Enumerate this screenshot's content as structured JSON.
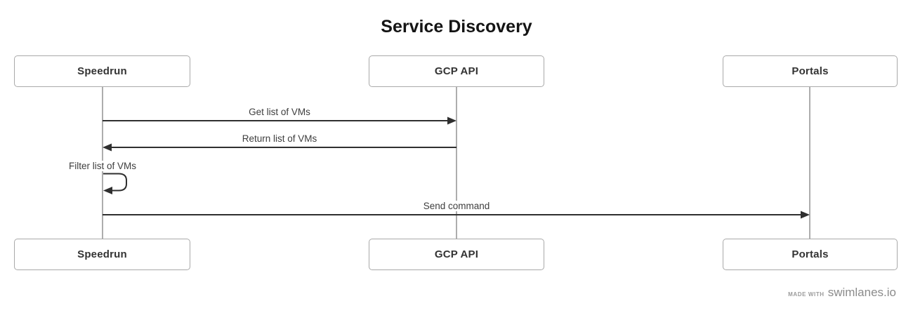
{
  "title": "Service Discovery",
  "actors": [
    {
      "name": "Speedrun"
    },
    {
      "name": "GCP API"
    },
    {
      "name": "Portals"
    }
  ],
  "messages": [
    {
      "from": "Speedrun",
      "to": "GCP API",
      "label": "Get list of VMs",
      "direction": "right"
    },
    {
      "from": "GCP API",
      "to": "Speedrun",
      "label": "Return list of VMs",
      "direction": "left"
    },
    {
      "from": "Speedrun",
      "to": "Speedrun",
      "label": "Filter list of VMs",
      "direction": "self"
    },
    {
      "from": "Speedrun",
      "to": "Portals",
      "label": "Send command",
      "direction": "right"
    }
  ],
  "footer": {
    "made_with_label": "MADE WITH",
    "brand": "swimlanes.io"
  },
  "colors": {
    "background": "#ffffff",
    "actor_border": "#a9a9a9",
    "actor_text": "#333333",
    "lifeline": "#adadad",
    "arrow": "#2f2f2f",
    "message_text": "#3d3d3d",
    "title_text": "#141414",
    "footer_text": "#8e8e8e"
  }
}
